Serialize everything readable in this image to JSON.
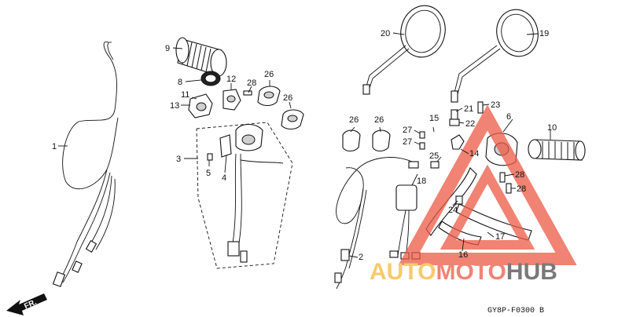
{
  "callouts": [
    {
      "id": "c1",
      "text": "1"
    },
    {
      "id": "c2",
      "text": "2"
    },
    {
      "id": "c3",
      "text": "3"
    },
    {
      "id": "c4",
      "text": "4"
    },
    {
      "id": "c5",
      "text": "5"
    },
    {
      "id": "c6",
      "text": "6"
    },
    {
      "id": "c8",
      "text": "8"
    },
    {
      "id": "c9",
      "text": "9"
    },
    {
      "id": "c10",
      "text": "10"
    },
    {
      "id": "c11",
      "text": "11"
    },
    {
      "id": "c12",
      "text": "12"
    },
    {
      "id": "c13",
      "text": "13"
    },
    {
      "id": "c14",
      "text": "14"
    },
    {
      "id": "c15",
      "text": "15"
    },
    {
      "id": "c16",
      "text": "16"
    },
    {
      "id": "c17",
      "text": "17"
    },
    {
      "id": "c18",
      "text": "18"
    },
    {
      "id": "c19",
      "text": "19"
    },
    {
      "id": "c20",
      "text": "20"
    },
    {
      "id": "c21",
      "text": "21"
    },
    {
      "id": "c22",
      "text": "22"
    },
    {
      "id": "c23",
      "text": "23"
    },
    {
      "id": "c24",
      "text": "24"
    },
    {
      "id": "c25",
      "text": "25"
    },
    {
      "id": "c26a",
      "text": "26"
    },
    {
      "id": "c26b",
      "text": "26"
    },
    {
      "id": "c26c",
      "text": "26"
    },
    {
      "id": "c26d",
      "text": "26"
    },
    {
      "id": "c27a",
      "text": "27"
    },
    {
      "id": "c27b",
      "text": "27"
    },
    {
      "id": "c28a",
      "text": "28"
    },
    {
      "id": "c28b",
      "text": "28"
    },
    {
      "id": "c28c",
      "text": "28"
    }
  ],
  "direction_arrow": "FR.",
  "diagram_code": "GY8P-F0300 B",
  "watermark": {
    "part1": "AUTO",
    "part2": "MOTO",
    "part3": "HUB",
    "colors": {
      "auto": "#f6b73c",
      "moto": "#ec5a45",
      "hub": "#4d4d4d",
      "triangle": "#ec5a45"
    }
  }
}
